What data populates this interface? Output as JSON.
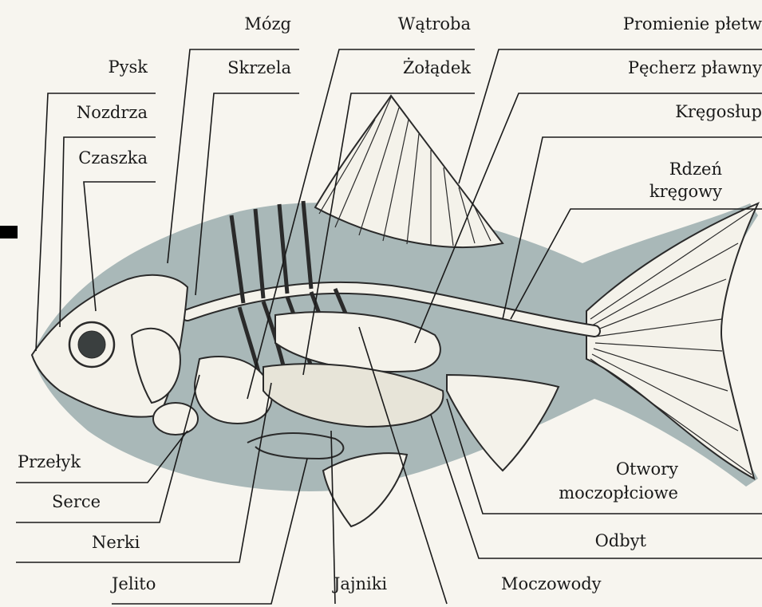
{
  "diagram": {
    "colors": {
      "background": "#f7f5ef",
      "silhouette": "#a9b8b8",
      "bone": "#f4f2ea",
      "outline": "#2a2a2a",
      "leader": "#1a1a1a"
    },
    "labels_top_left": {
      "pysk": "Pysk",
      "nozdrza": "Nozdrza",
      "czaszka": "Czaszka"
    },
    "labels_top": {
      "mozg": "Mózg",
      "skrzela": "Skrzela",
      "watroba": "Wątroba",
      "zoladek": "Żołądek"
    },
    "labels_right": {
      "promienie": "Promienie płetw",
      "pecherz": "Pęcherz pławny",
      "kregoslup": "Kręgosłup",
      "rdzen_1": "Rdzeń",
      "rdzen_2": "kręgowy",
      "otwory_1": "Otwory",
      "otwory_2": "moczopłciowe",
      "odbyt": "Odbyt"
    },
    "labels_left": {
      "przelyk": "Przełyk",
      "serce": "Serce",
      "nerki": "Nerki"
    },
    "labels_bottom": {
      "jelito": "Jelito",
      "jajniki": "Jajniki",
      "moczowody": "Moczowody"
    }
  }
}
